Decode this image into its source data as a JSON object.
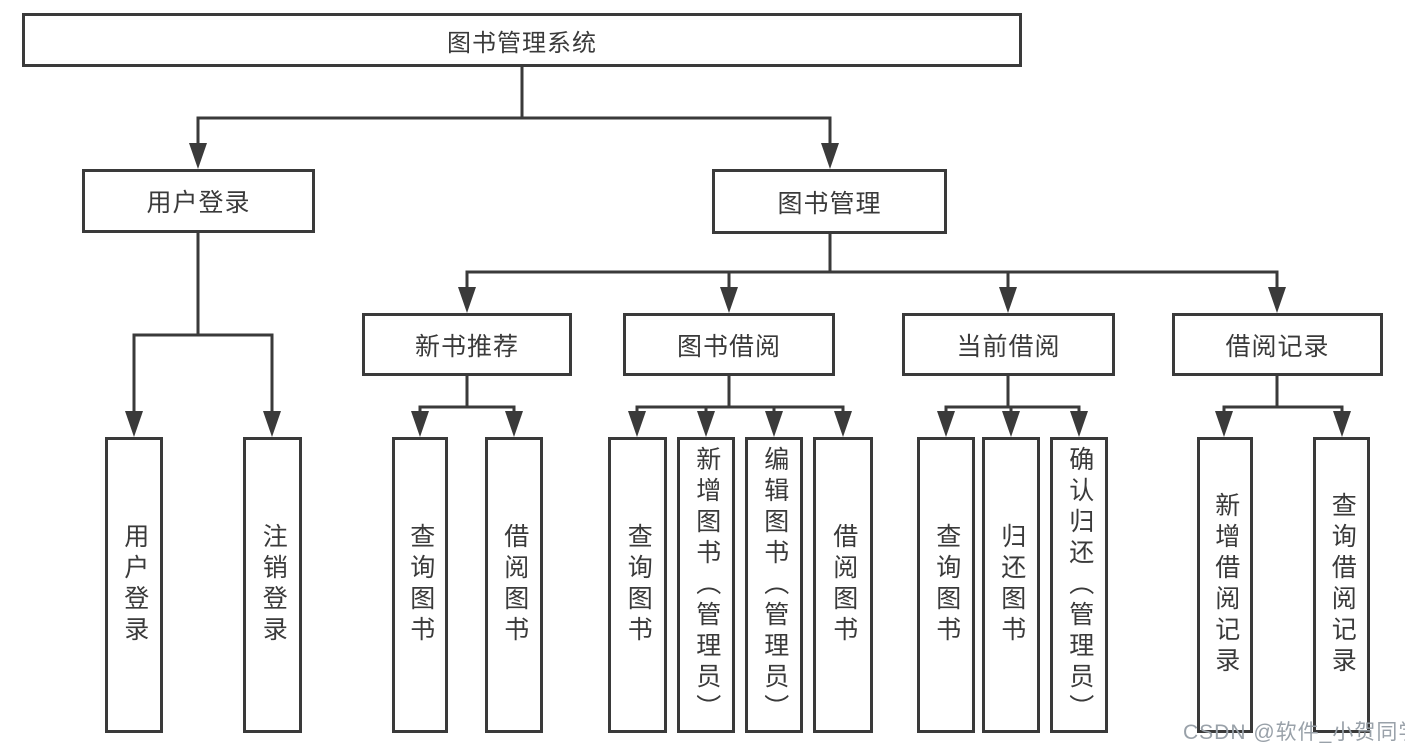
{
  "diagram": {
    "root": {
      "label": "图书管理系统"
    },
    "branches": [
      {
        "label": "用户登录",
        "children": [
          {
            "label": "用户登录"
          },
          {
            "label": "注销登录"
          }
        ]
      },
      {
        "label": "图书管理",
        "sections": [
          {
            "label": "新书推荐",
            "children": [
              {
                "label": "查询图书"
              },
              {
                "label": "借阅图书"
              }
            ]
          },
          {
            "label": "图书借阅",
            "children": [
              {
                "label": "查询图书"
              },
              {
                "label": "新增图书（管理员）"
              },
              {
                "label": "编辑图书（管理员）"
              },
              {
                "label": "借阅图书"
              }
            ]
          },
          {
            "label": "当前借阅",
            "children": [
              {
                "label": "查询图书"
              },
              {
                "label": "归还图书"
              },
              {
                "label": "确认归还（管理员）"
              }
            ]
          },
          {
            "label": "借阅记录",
            "children": [
              {
                "label": "新增借阅记录"
              },
              {
                "label": "查询借阅记录"
              }
            ]
          }
        ]
      }
    ]
  },
  "watermark": {
    "text": "CSDN @软件_小贺同学"
  },
  "colors": {
    "line": "#3a3a3a",
    "text": "#3a3a3a",
    "box_fill": "#ffffff",
    "background": "#ffffff",
    "watermark": "#99a1a9"
  }
}
